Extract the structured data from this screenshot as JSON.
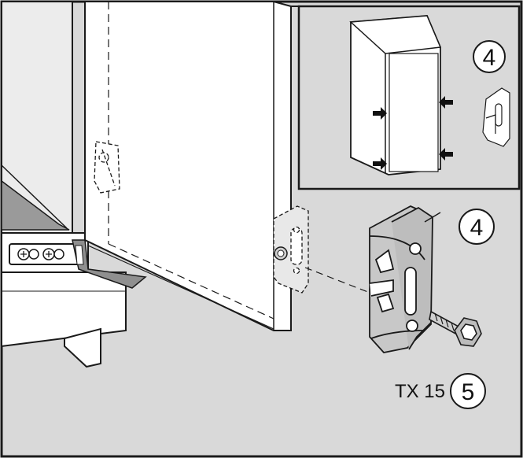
{
  "callouts": {
    "inset_number": "4",
    "clip_number": "4",
    "screw_number": "5",
    "tool_label": "TX 15"
  },
  "colors": {
    "background": "#d9d9d9",
    "line": "#1a1a1a",
    "white": "#ffffff",
    "metal": "#c8c8c8"
  }
}
